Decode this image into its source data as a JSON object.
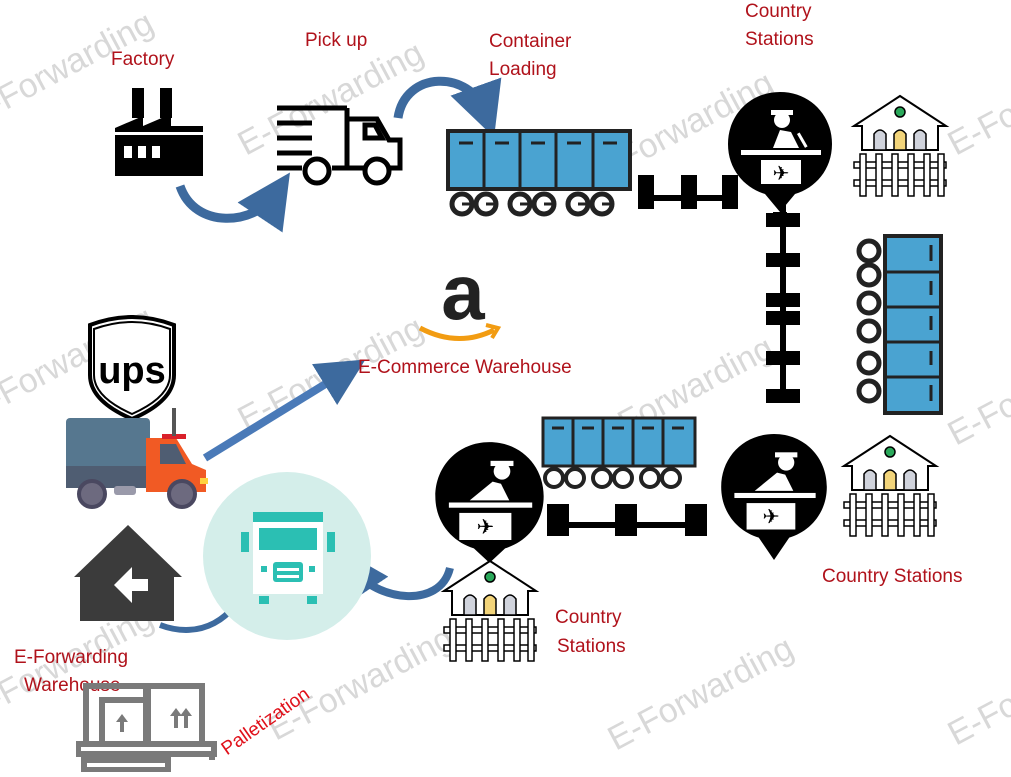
{
  "title": "E-Forwarding logistics flow",
  "watermark": "E-Forwarding",
  "labels": {
    "factory": "Factory",
    "pickup": "Pick up",
    "container_loading_1": "Container",
    "container_loading_2": "Loading",
    "country_stations_top_1": "Country",
    "country_stations_top_2": "Stations",
    "ecommerce_warehouse": "E-Commerce Warehouse",
    "country_stations_right": "Country Stations",
    "country_stations_bottom_1": "Country",
    "country_stations_bottom_2": "Stations",
    "eforwarding_warehouse_1": "E-Forwarding",
    "eforwarding_warehouse_2": "Warehouse",
    "palletization": "Palletization",
    "ups_logo": "ups",
    "amazon_logo": "a"
  },
  "colors": {
    "label_red": "#b0121b",
    "arrow_blue": "#3d6a9e",
    "container_blue": "#4aa3d1",
    "amazon_orange": "#f29c12",
    "truck_teal": "#2bbfb3",
    "circle_teal_bg": "#d4eeea",
    "ups_truck_body": "#56778f",
    "ups_truck_cab": "#f15a24",
    "warehouse_gray": "#3b3b3b",
    "pallet_gray": "#7a7a7a",
    "station_green": "#2aa85a",
    "station_yellow": "#f2d47a",
    "station_gray": "#d0d3dc",
    "watermark_gray": "#d8d8d8"
  }
}
